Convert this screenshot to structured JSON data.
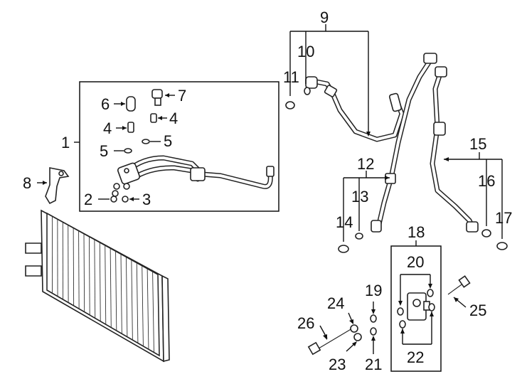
{
  "callouts": {
    "c1": "1",
    "c2": "2",
    "c3": "3",
    "c4a": "4",
    "c4b": "4",
    "c5a": "5",
    "c5b": "5",
    "c6": "6",
    "c7": "7",
    "c8": "8",
    "c9": "9",
    "c10": "10",
    "c11": "11",
    "c12": "12",
    "c13": "13",
    "c14": "14",
    "c15": "15",
    "c16": "16",
    "c17": "17",
    "c18": "18",
    "c19": "19",
    "c20": "20",
    "c21": "21",
    "c22": "22",
    "c23": "23",
    "c24": "24",
    "c25": "25",
    "c26": "26"
  },
  "parts": [
    {
      "id": "condenser",
      "icon": "condenser-icon"
    },
    {
      "id": "bracket",
      "icon": "bracket-icon"
    },
    {
      "id": "hose-assembly",
      "icon": "hose-icon"
    },
    {
      "id": "expansion-valve",
      "icon": "valve-icon"
    },
    {
      "id": "bolt",
      "icon": "bolt-icon"
    },
    {
      "id": "o-ring",
      "icon": "o-ring-icon"
    }
  ]
}
